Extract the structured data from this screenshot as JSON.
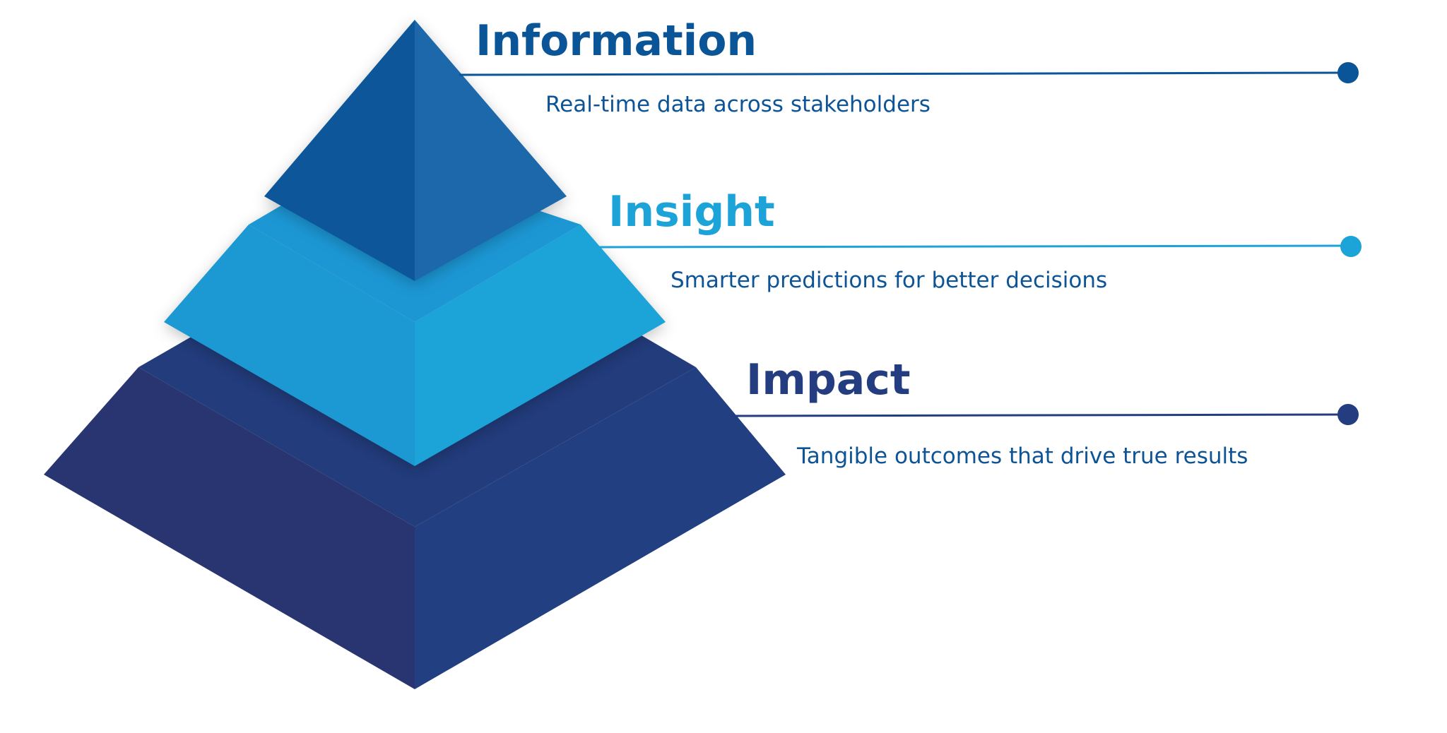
{
  "levels": [
    {
      "title": "Information",
      "description": "Real-time data across stakeholders",
      "color": "#0A5597"
    },
    {
      "title": "Insight",
      "description": "Smarter predictions for better decisions",
      "color": "#1CA3D8"
    },
    {
      "title": "Impact",
      "description": "Tangible outcomes that drive true results",
      "color": "#233D80"
    }
  ],
  "palette": {
    "top_left": "#07569A",
    "top_right": "#1A68AA",
    "top_ring": "#1B97D4",
    "middle_left": "#1D99D2",
    "middle_right": "#1CA3D8",
    "middle_ring": "#223C7C",
    "bottom_left": "#283571",
    "bottom_right": "#213F81",
    "description_text": "#0D5497"
  }
}
